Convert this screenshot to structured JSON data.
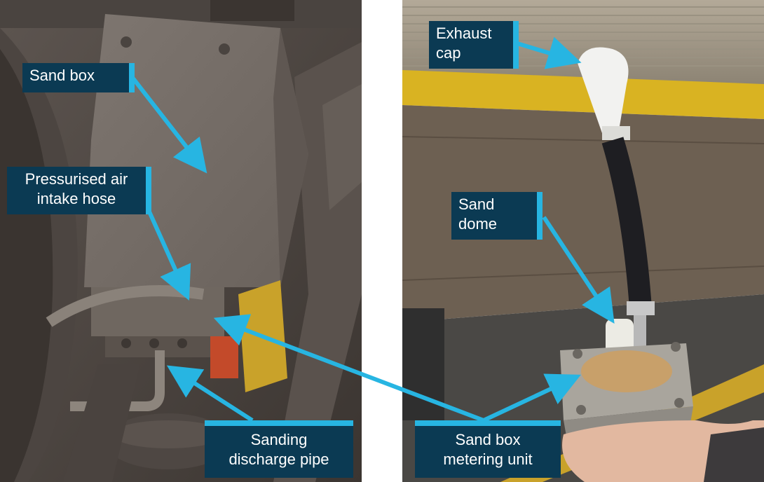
{
  "colors": {
    "label_bg": "#0b3a53",
    "label_text": "#ffffff",
    "accent": "#27b5e2"
  },
  "labels": {
    "sand_box": "Sand box",
    "pressurised_air_line1": "Pressurised air",
    "pressurised_air_line2": "intake hose",
    "sanding_pipe_line1": "Sanding",
    "sanding_pipe_line2": "discharge pipe",
    "exhaust_cap_line1": "Exhaust",
    "exhaust_cap_line2": "cap",
    "sand_dome_line1": "Sand",
    "sand_dome_line2": "dome",
    "metering_unit_line1": "Sand box",
    "metering_unit_line2": "metering unit"
  }
}
